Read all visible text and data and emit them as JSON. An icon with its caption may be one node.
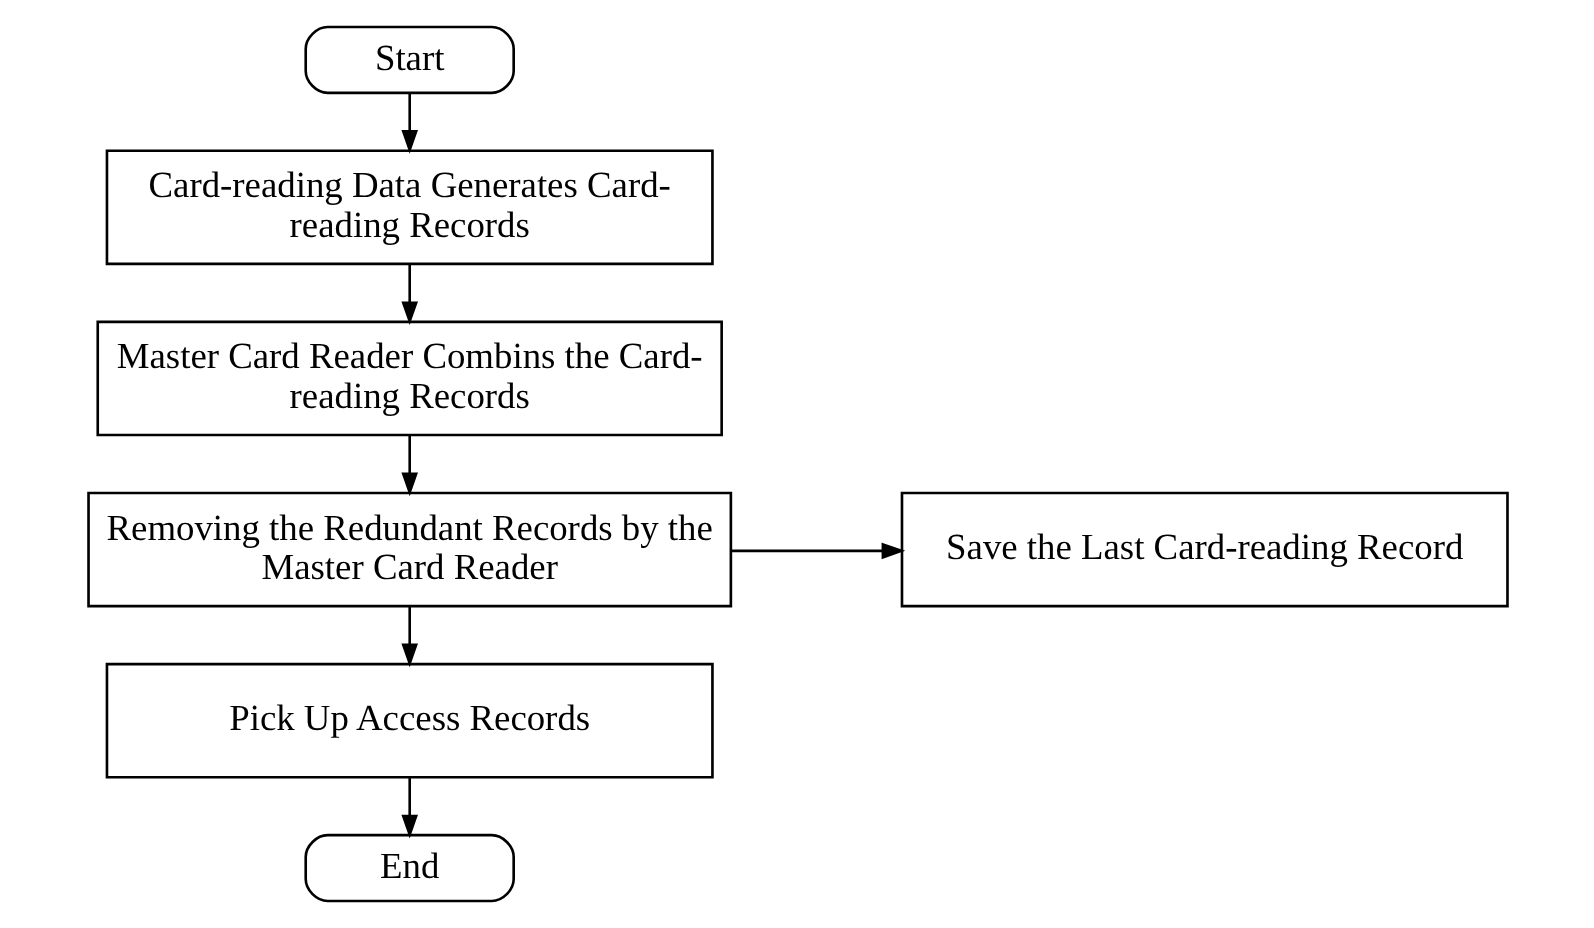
{
  "diagram": {
    "nodes": [
      {
        "text": [
          "Start"
        ]
      },
      {
        "text": [
          "Card-reading Data Generates Card-reading Records"
        ]
      },
      {
        "text": [
          "Master Card Reader Combins the Card-reading Records"
        ]
      },
      {
        "text": [
          "Removing the Redundant Records by the Master Card Reader"
        ]
      },
      {
        "text": [
          "Save the Last Card-reading Record"
        ]
      },
      {
        "text": [
          "Pick Up Access Records"
        ]
      },
      {
        "text": [
          "End"
        ]
      }
    ],
    "edges": [
      {
        "from": 0,
        "to": 1,
        "arrow": "to"
      },
      {
        "from": 1,
        "to": 2,
        "arrow": "to"
      },
      {
        "from": 2,
        "to": 3,
        "arrow": "to"
      },
      {
        "from": 3,
        "to": 4,
        "arrow": "to"
      },
      {
        "from": 3,
        "to": 5,
        "arrow": "to"
      },
      {
        "from": 5,
        "to": 6,
        "arrow": "to"
      }
    ]
  }
}
